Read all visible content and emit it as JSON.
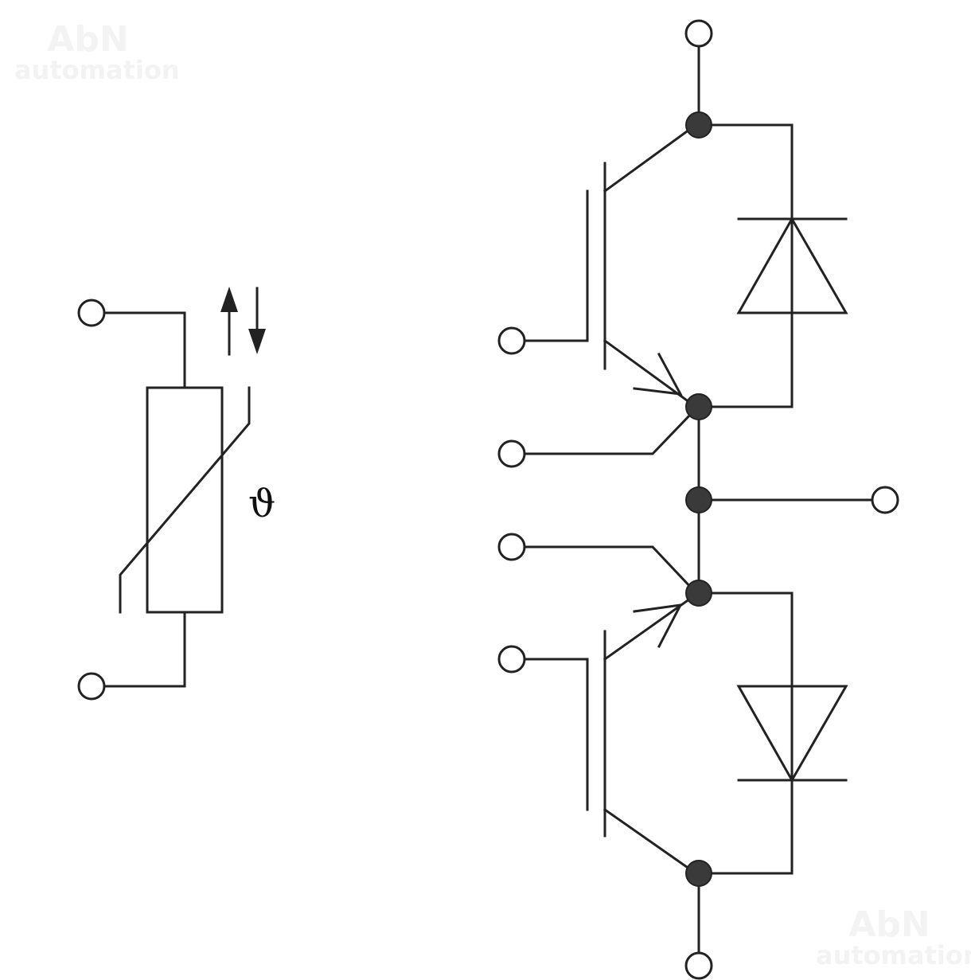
{
  "watermark": {
    "brand": "AbN",
    "sub": "automation"
  },
  "thermistor": {
    "symbol": "ϑ"
  },
  "colors": {
    "line": "#222222",
    "node": "#3a3a3a",
    "watermark": "#f3f3f3"
  }
}
